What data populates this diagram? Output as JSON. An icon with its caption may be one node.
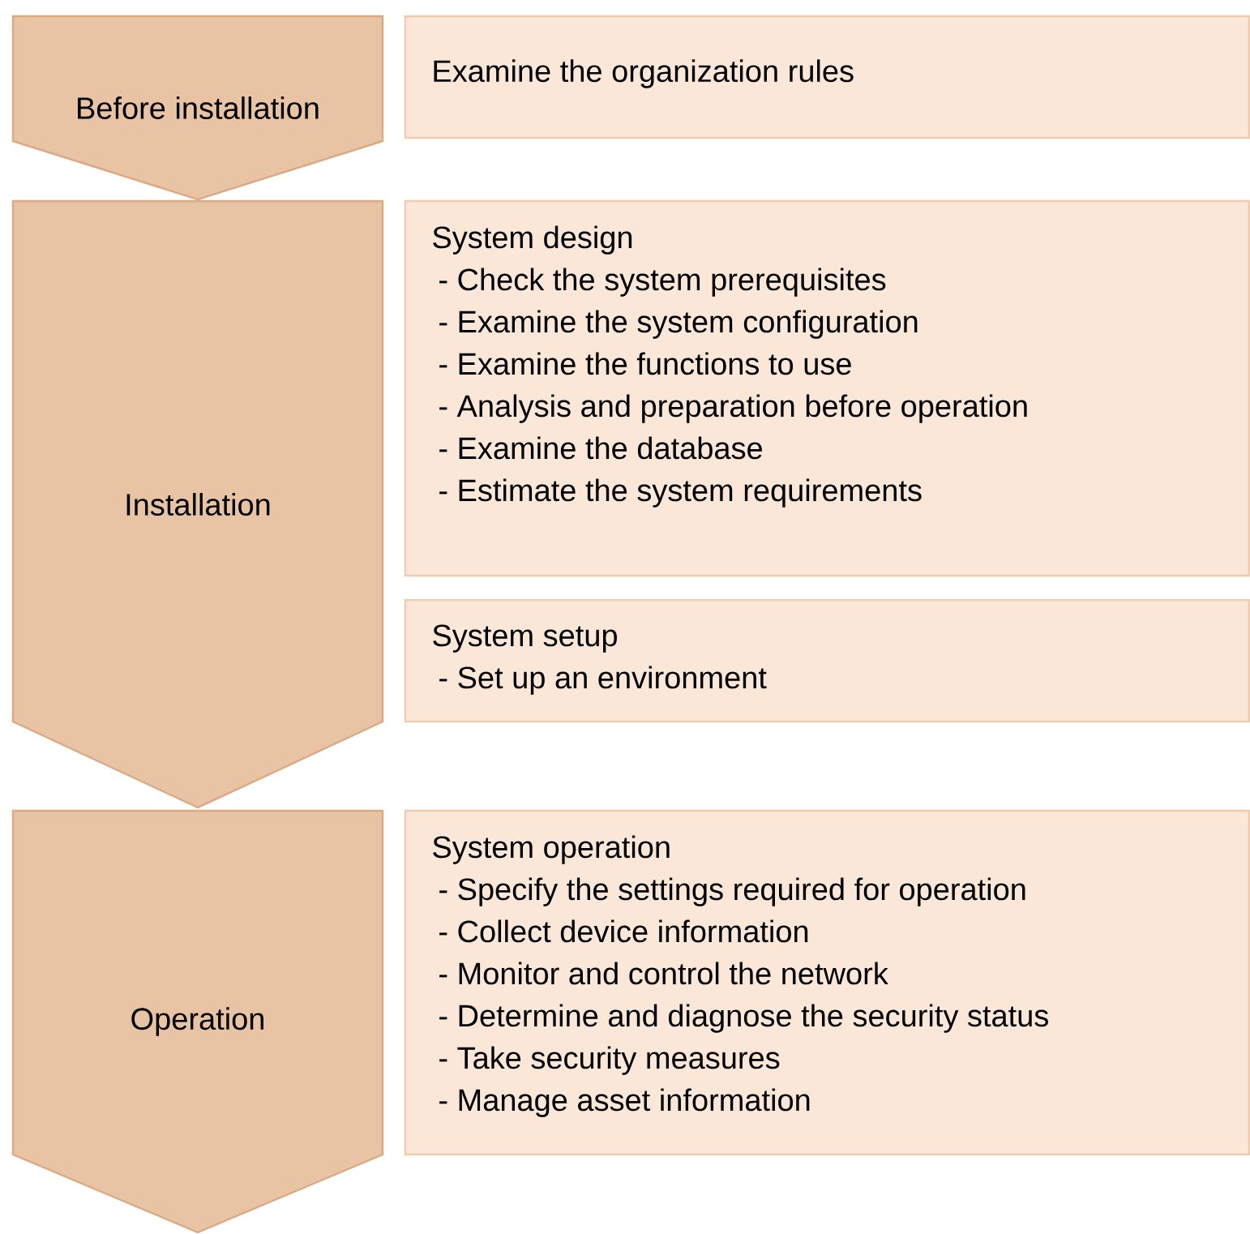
{
  "diagram": {
    "nodes": [
      {
        "text": [
          "Before installation"
        ]
      },
      {
        "text": [
          "Examine the organization rules"
        ]
      },
      {
        "text": [
          "Installation"
        ]
      },
      {
        "text": [
          "System design",
          "- Check the system prerequisites",
          "- Examine the system configuration",
          "- Examine the functions to use",
          "- Analysis and preparation before operation",
          "- Examine the database",
          "- Estimate the system requirements"
        ]
      },
      {
        "text": [
          "System setup",
          "- Set up an environment"
        ]
      },
      {
        "text": [
          "Operation"
        ]
      },
      {
        "text": [
          "System operation",
          "- Specify the settings required for operation",
          "- Collect device information",
          "- Monitor and control the network",
          "- Determine and diagnose the security status",
          "- Take security measures",
          "- Manage asset information"
        ]
      }
    ]
  }
}
